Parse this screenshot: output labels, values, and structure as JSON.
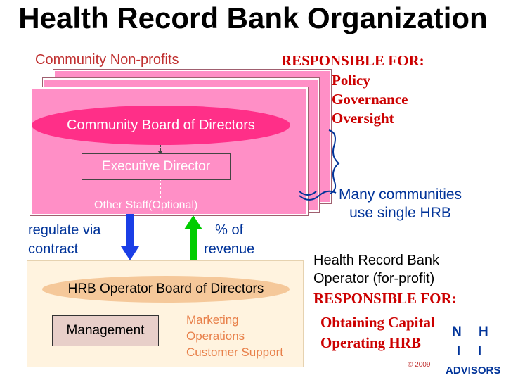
{
  "title": "Health Record Bank Organization",
  "community": {
    "label": "Community Non-profits",
    "board": "Community Board of Directors",
    "executive": "Executive Director",
    "other_staff": "Other Staff(Optional)",
    "responsible_heading": "RESPONSIBLE FOR:",
    "responsibilities": [
      "Policy",
      "Governance",
      "Oversight"
    ]
  },
  "shared_note": [
    "Many communities",
    "use single HRB"
  ],
  "arrows": {
    "down_label": [
      "regulate via",
      "contract"
    ],
    "up_label": [
      "% of",
      "revenue"
    ],
    "down_color": "#1a3ee6",
    "up_color": "#00cc00"
  },
  "operator": {
    "board": "HRB Operator Board of Directors",
    "management": "Management",
    "functions": [
      "Marketing",
      "Operations",
      "Customer Support"
    ],
    "title": [
      "Health Record Bank",
      "Operator (for-profit)"
    ],
    "responsible_heading": "RESPONSIBLE FOR:",
    "responsibilities": [
      "Obtaining Capital",
      "Operating HRB"
    ]
  },
  "footer": {
    "copyright": "© 2009",
    "logo_letters": [
      "N",
      "H"
    ],
    "logo_text": "ADVISORS"
  },
  "colors": {
    "pink_card": "#ff8fc6",
    "magenta_oval": "#ff2f88",
    "red_text": "#cc0000",
    "blue_text": "#003399",
    "operator_bg": "#fff3df"
  }
}
